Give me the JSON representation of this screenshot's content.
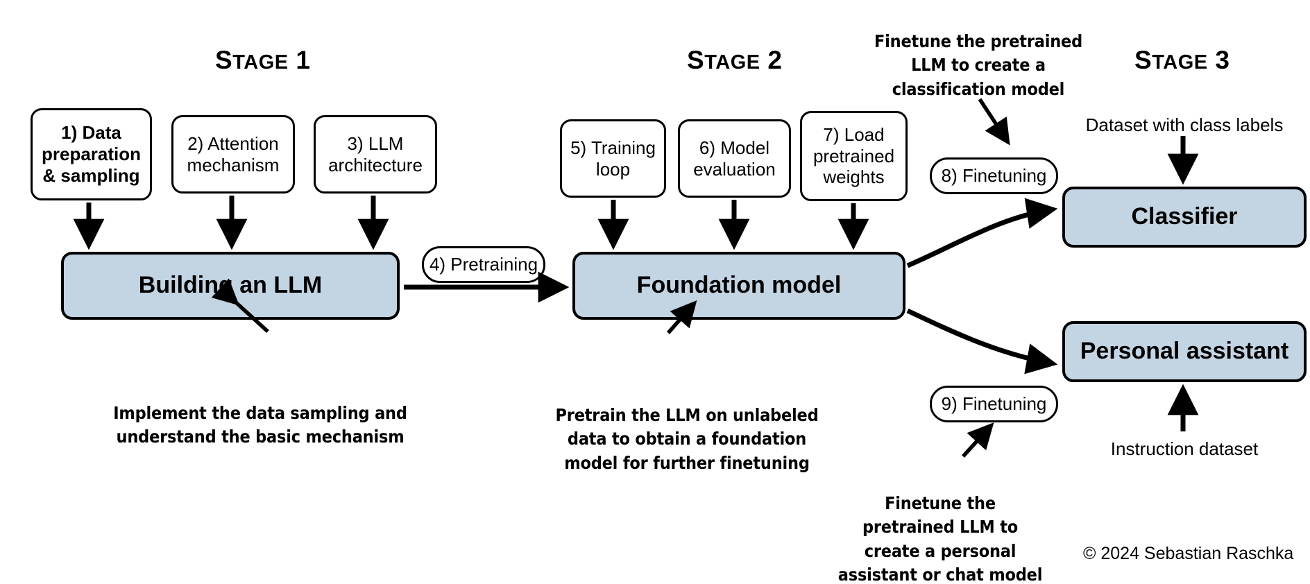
{
  "diagram": {
    "title": "Building an LLM — three stage overview",
    "colors": {
      "box_fill_blue": "#c3d4e3",
      "box_border": "#000000",
      "background": "#ffffff",
      "text": "#000000"
    },
    "stages": [
      {
        "id": "stage1",
        "label_first": "S",
        "label_rest": "TAGE",
        "label_num": "1",
        "full": "STAGE 1"
      },
      {
        "id": "stage2",
        "label_first": "S",
        "label_rest": "TAGE",
        "label_num": "2",
        "full": "STAGE 2"
      },
      {
        "id": "stage3",
        "label_first": "S",
        "label_rest": "TAGE",
        "label_num": "3",
        "full": "STAGE 3"
      }
    ],
    "step_boxes": [
      {
        "id": "step1",
        "text": "1) Data\npreparation\n& sampling",
        "bold": true
      },
      {
        "id": "step2",
        "text": "2) Attention\nmechanism",
        "bold": false
      },
      {
        "id": "step3",
        "text": "3) LLM\narchitecture",
        "bold": false
      },
      {
        "id": "step5",
        "text": "5) Training\nloop",
        "bold": false
      },
      {
        "id": "step6",
        "text": "6) Model\nevaluation",
        "bold": false
      },
      {
        "id": "step7",
        "text": "7) Load\npretrained\nweights",
        "bold": false
      }
    ],
    "pill_boxes": [
      {
        "id": "step4",
        "text": "4) Pretraining"
      },
      {
        "id": "step8",
        "text": "8) Finetuning"
      },
      {
        "id": "step9",
        "text": "9) Finetuning"
      }
    ],
    "blue_boxes": [
      {
        "id": "building-llm",
        "text": "Building an LLM"
      },
      {
        "id": "foundation-model",
        "text": "Foundation model"
      },
      {
        "id": "classifier",
        "text": "Classifier"
      },
      {
        "id": "personal-assistant",
        "text": "Personal assistant"
      }
    ],
    "captions": [
      {
        "id": "caption-stage1",
        "text": "Implement the data sampling and\nunderstand the basic mechanism"
      },
      {
        "id": "caption-stage2",
        "text": "Pretrain the LLM on unlabeled\ndata to obtain a foundation\nmodel for further finetuning"
      },
      {
        "id": "caption-classification",
        "text": "Finetune the pretrained\nLLM to create a\nclassification model"
      },
      {
        "id": "caption-assistant",
        "text": "Finetune the\npretrained LLM to\ncreate a personal\nassistant or chat model"
      }
    ],
    "plain_notes": [
      {
        "id": "note-dataset-class-labels",
        "text": "Dataset with class labels"
      },
      {
        "id": "note-instruction-dataset",
        "text": "Instruction dataset"
      }
    ],
    "copyright": "© 2024 Sebastian Raschka"
  }
}
